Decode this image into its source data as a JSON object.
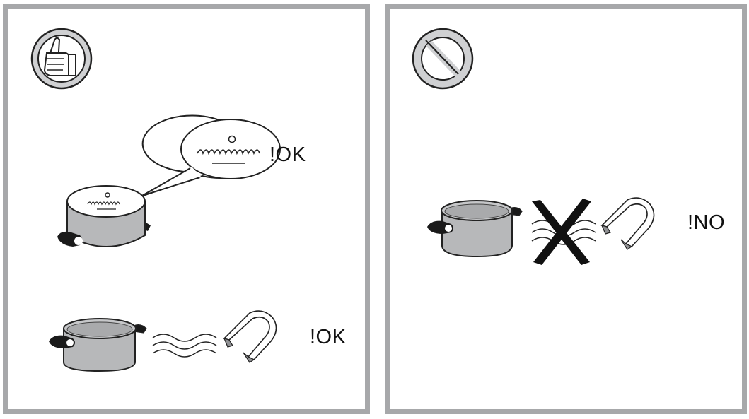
{
  "left_panel": {
    "badge_icon": "thumbs-up-icon",
    "labels": {
      "top": "!OK",
      "bottom": "!OK"
    }
  },
  "right_panel": {
    "badge_icon": "prohibited-icon",
    "labels": {
      "main": "!NO"
    }
  },
  "colors": {
    "frame": "#a7a8aa",
    "pot_body": "#b7b8ba",
    "pot_dark": "#8e8f92",
    "handle": "#1a1a1a",
    "magnet_end": "#909194",
    "badge_fill": "#cfd0d2"
  }
}
